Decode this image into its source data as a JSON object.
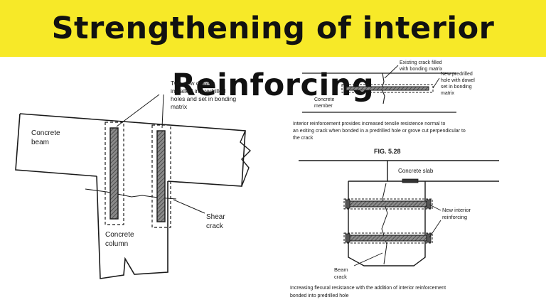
{
  "banner": {
    "title": "Strengthening of interior Reinforcing"
  },
  "left_figure": {
    "dowels_label": [
      "Two new dowels",
      "installed in predrilled",
      "holes and set in bonding",
      "matrix"
    ],
    "beam_label": [
      "Concrete",
      "beam"
    ],
    "column_label": [
      "Concrete",
      "column"
    ],
    "crack_label": [
      "Shear",
      "crack"
    ]
  },
  "top_right_figure": {
    "existing_crack_label": [
      "Existing crack filled",
      "with bonding matrix"
    ],
    "new_hole_label": [
      "New predrilled",
      "hole with dowel",
      "set in bonding",
      "matrix"
    ],
    "member_label": [
      "Concrete",
      "member"
    ],
    "caption": [
      "Interior reinforcement provides increased tensile resistence normal to",
      "an exiting crack when bonded in a predrilled hole or grove cut perpendicular to",
      "the crack"
    ],
    "fig_number": "FIG. 5.28"
  },
  "bottom_right_figure": {
    "slab_label": "Concrete slab",
    "reinforcing_label": [
      "New interior",
      "reinforcing"
    ],
    "beam_crack_label": [
      "Beam",
      "crack"
    ],
    "caption": [
      "Increasing flexural resistance with the addition of interior reinforcement",
      "bonded into predrilled hole"
    ]
  },
  "colors": {
    "banner": "#f7e928",
    "ink": "#1a1a1a",
    "rebar_fill": "#6e6e6e"
  }
}
